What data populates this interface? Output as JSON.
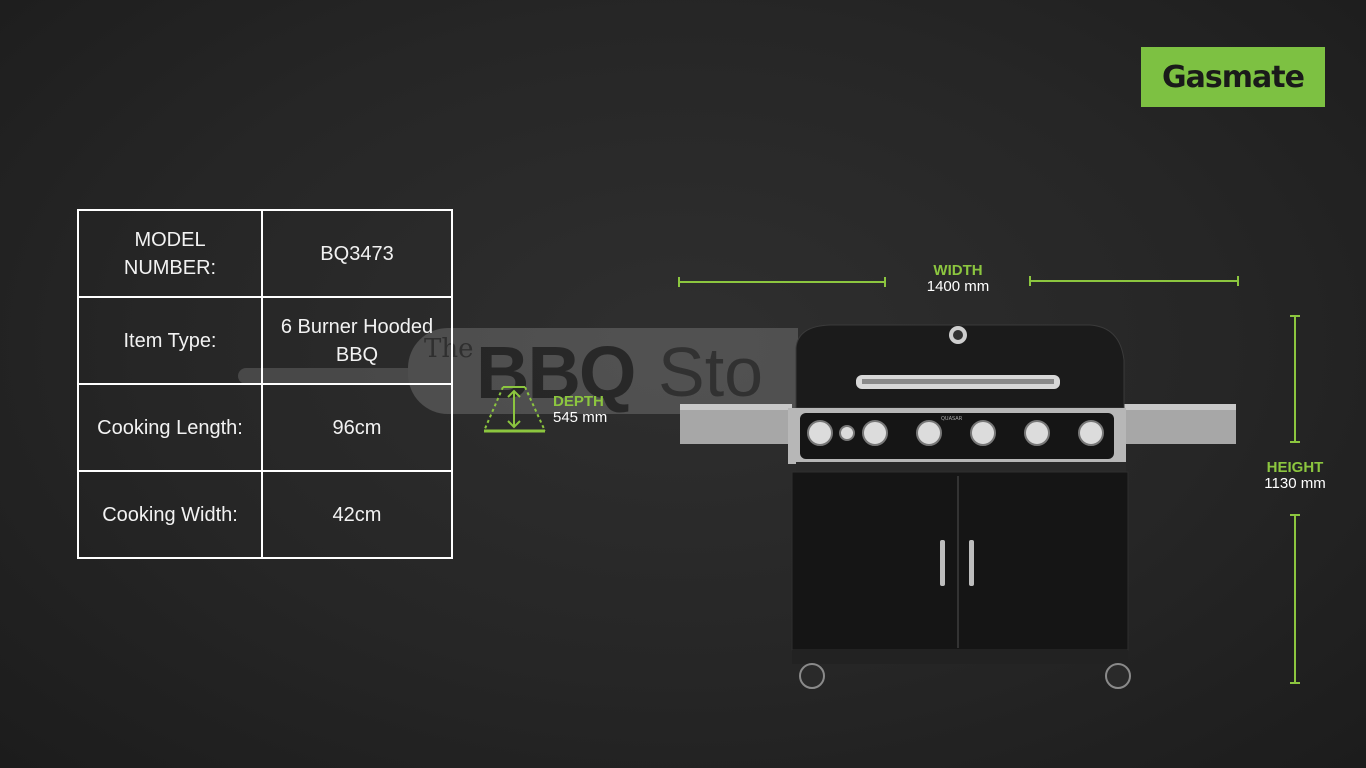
{
  "brand": {
    "logo_text": "Gasmate",
    "logo_color": "#7dc142"
  },
  "specs": [
    {
      "label": "MODEL NUMBER:",
      "value": "BQ3473"
    },
    {
      "label": "Item Type:",
      "value": "6 Burner Hooded BBQ"
    },
    {
      "label": "Cooking Length:",
      "value": "96cm"
    },
    {
      "label": "Cooking Width:",
      "value": "42cm"
    }
  ],
  "watermark": {
    "prefix": "The",
    "word1": "BBQ",
    "word2": "Sto"
  },
  "dimensions": {
    "width": {
      "title": "WIDTH",
      "value": "1400 mm"
    },
    "depth": {
      "title": "DEPTH",
      "value": "545 mm"
    },
    "height": {
      "title": "HEIGHT",
      "value": "1130 mm"
    }
  },
  "product": {
    "panel_label": "QUASAR",
    "burner_knobs": 6,
    "accent_color": "#8cc63f"
  }
}
